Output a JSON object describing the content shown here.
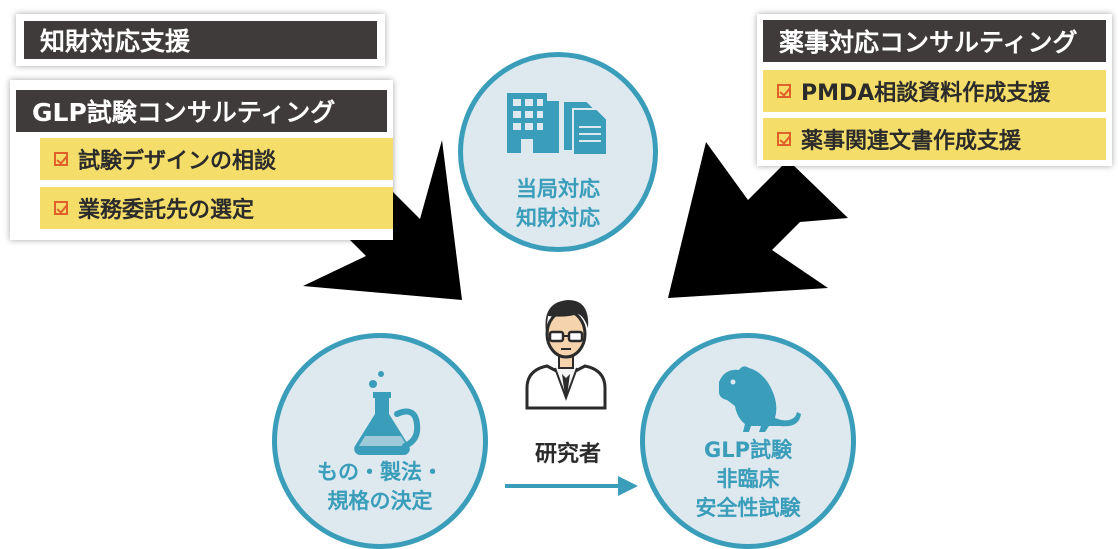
{
  "ip_support": {
    "title": "知財対応支援"
  },
  "glp_consulting": {
    "title": "GLP試験コンサルティング",
    "items": [
      "試験デザインの相談",
      "業務委託先の選定"
    ]
  },
  "regulatory_consulting": {
    "title": "薬事対応コンサルティング",
    "items": [
      "PMDA相談資料作成支援",
      "薬事関連文書作成支援"
    ]
  },
  "circles": {
    "authority": {
      "lines": [
        "当局対応",
        "知財対応"
      ]
    },
    "manufacturing": {
      "lines": [
        "もの・製法・",
        "規格の決定"
      ]
    },
    "glp_test": {
      "lines": [
        "GLP試験",
        "非臨床",
        "安全性試験"
      ]
    }
  },
  "researcher": {
    "label": "研究者"
  },
  "icons": {
    "authority": "building-documents-icon",
    "manufacturing": "flask-icon",
    "glp_test": "mouse-icon",
    "researcher": "researcher-icon",
    "check": "checkbox-icon"
  },
  "colors": {
    "dark_header": "#3f3b3a",
    "item_yellow": "#f5dd6a",
    "check_orange": "#e0602a",
    "circle_fill": "#dde8ef",
    "accent_teal": "#3a9dba",
    "arrow_black": "#000000"
  }
}
